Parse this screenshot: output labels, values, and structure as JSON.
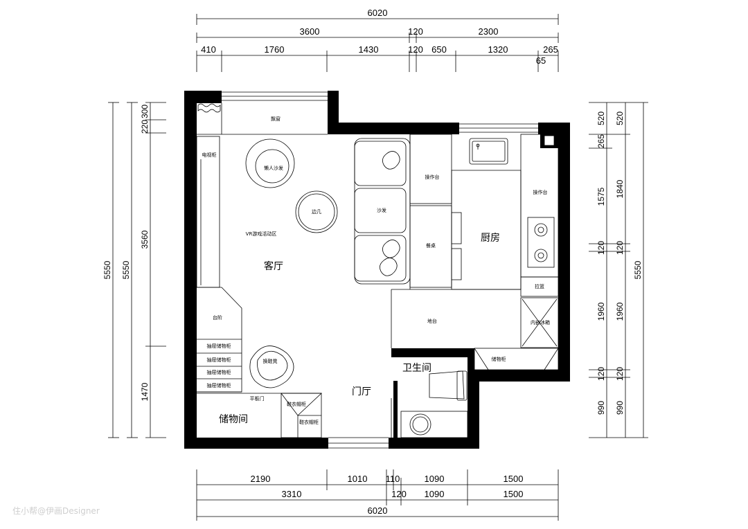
{
  "dimensions": {
    "top_total": "6020",
    "top_row2": [
      "3600",
      "120",
      "2300"
    ],
    "top_row3": [
      "410",
      "1760",
      "1430",
      "120",
      "650",
      "1320",
      "265"
    ],
    "top_extra": "65",
    "bottom_row1": [
      "2190",
      "1010",
      "110",
      "1090",
      "1500"
    ],
    "bottom_row2": [
      "3310",
      "120",
      "1090",
      "1500"
    ],
    "bottom_total": "6020",
    "left_outer": "5550",
    "left_mid": "5550",
    "left_inner": [
      "220",
      "300",
      "3560",
      "1470"
    ],
    "right_outer": [
      "520",
      "265",
      "1575",
      "120",
      "1960",
      "120",
      "990"
    ],
    "right_mid": [
      "520",
      "1840",
      "120",
      "1960",
      "120",
      "990"
    ],
    "right_total": "5550"
  },
  "rooms": {
    "living": "客厅",
    "kitchen": "厨房",
    "bathroom": "卫生间",
    "foyer": "门厅",
    "storage": "储物间"
  },
  "labels": {
    "bay_window": "飘窗",
    "tv_cabinet": "电视柜",
    "lazy_sofa": "懒人沙发",
    "side_table": "边几",
    "vr_area": "VR游戏活动区",
    "sofa": "沙发",
    "counter_left": "操作台",
    "counter_right": "操作台",
    "dining_table": "餐桌",
    "pull_basket": "拉篮",
    "fridge": "内嵌冰箱",
    "platform": "地台",
    "storage_cabinet": "储物柜",
    "steps": "台阶",
    "drawer_1": "抽屉储物柜",
    "drawer_2": "抽屉储物柜",
    "drawer_3": "抽屉储物柜",
    "drawer_4": "抽屉储物柜",
    "shoe_bench": "换鞋凳",
    "flat_door": "平板门",
    "shoe_cab_1": "鞋衣帽柜",
    "shoe_cab_2": "鞋衣帽柜"
  },
  "watermark": "住小帮@伊画Designer"
}
